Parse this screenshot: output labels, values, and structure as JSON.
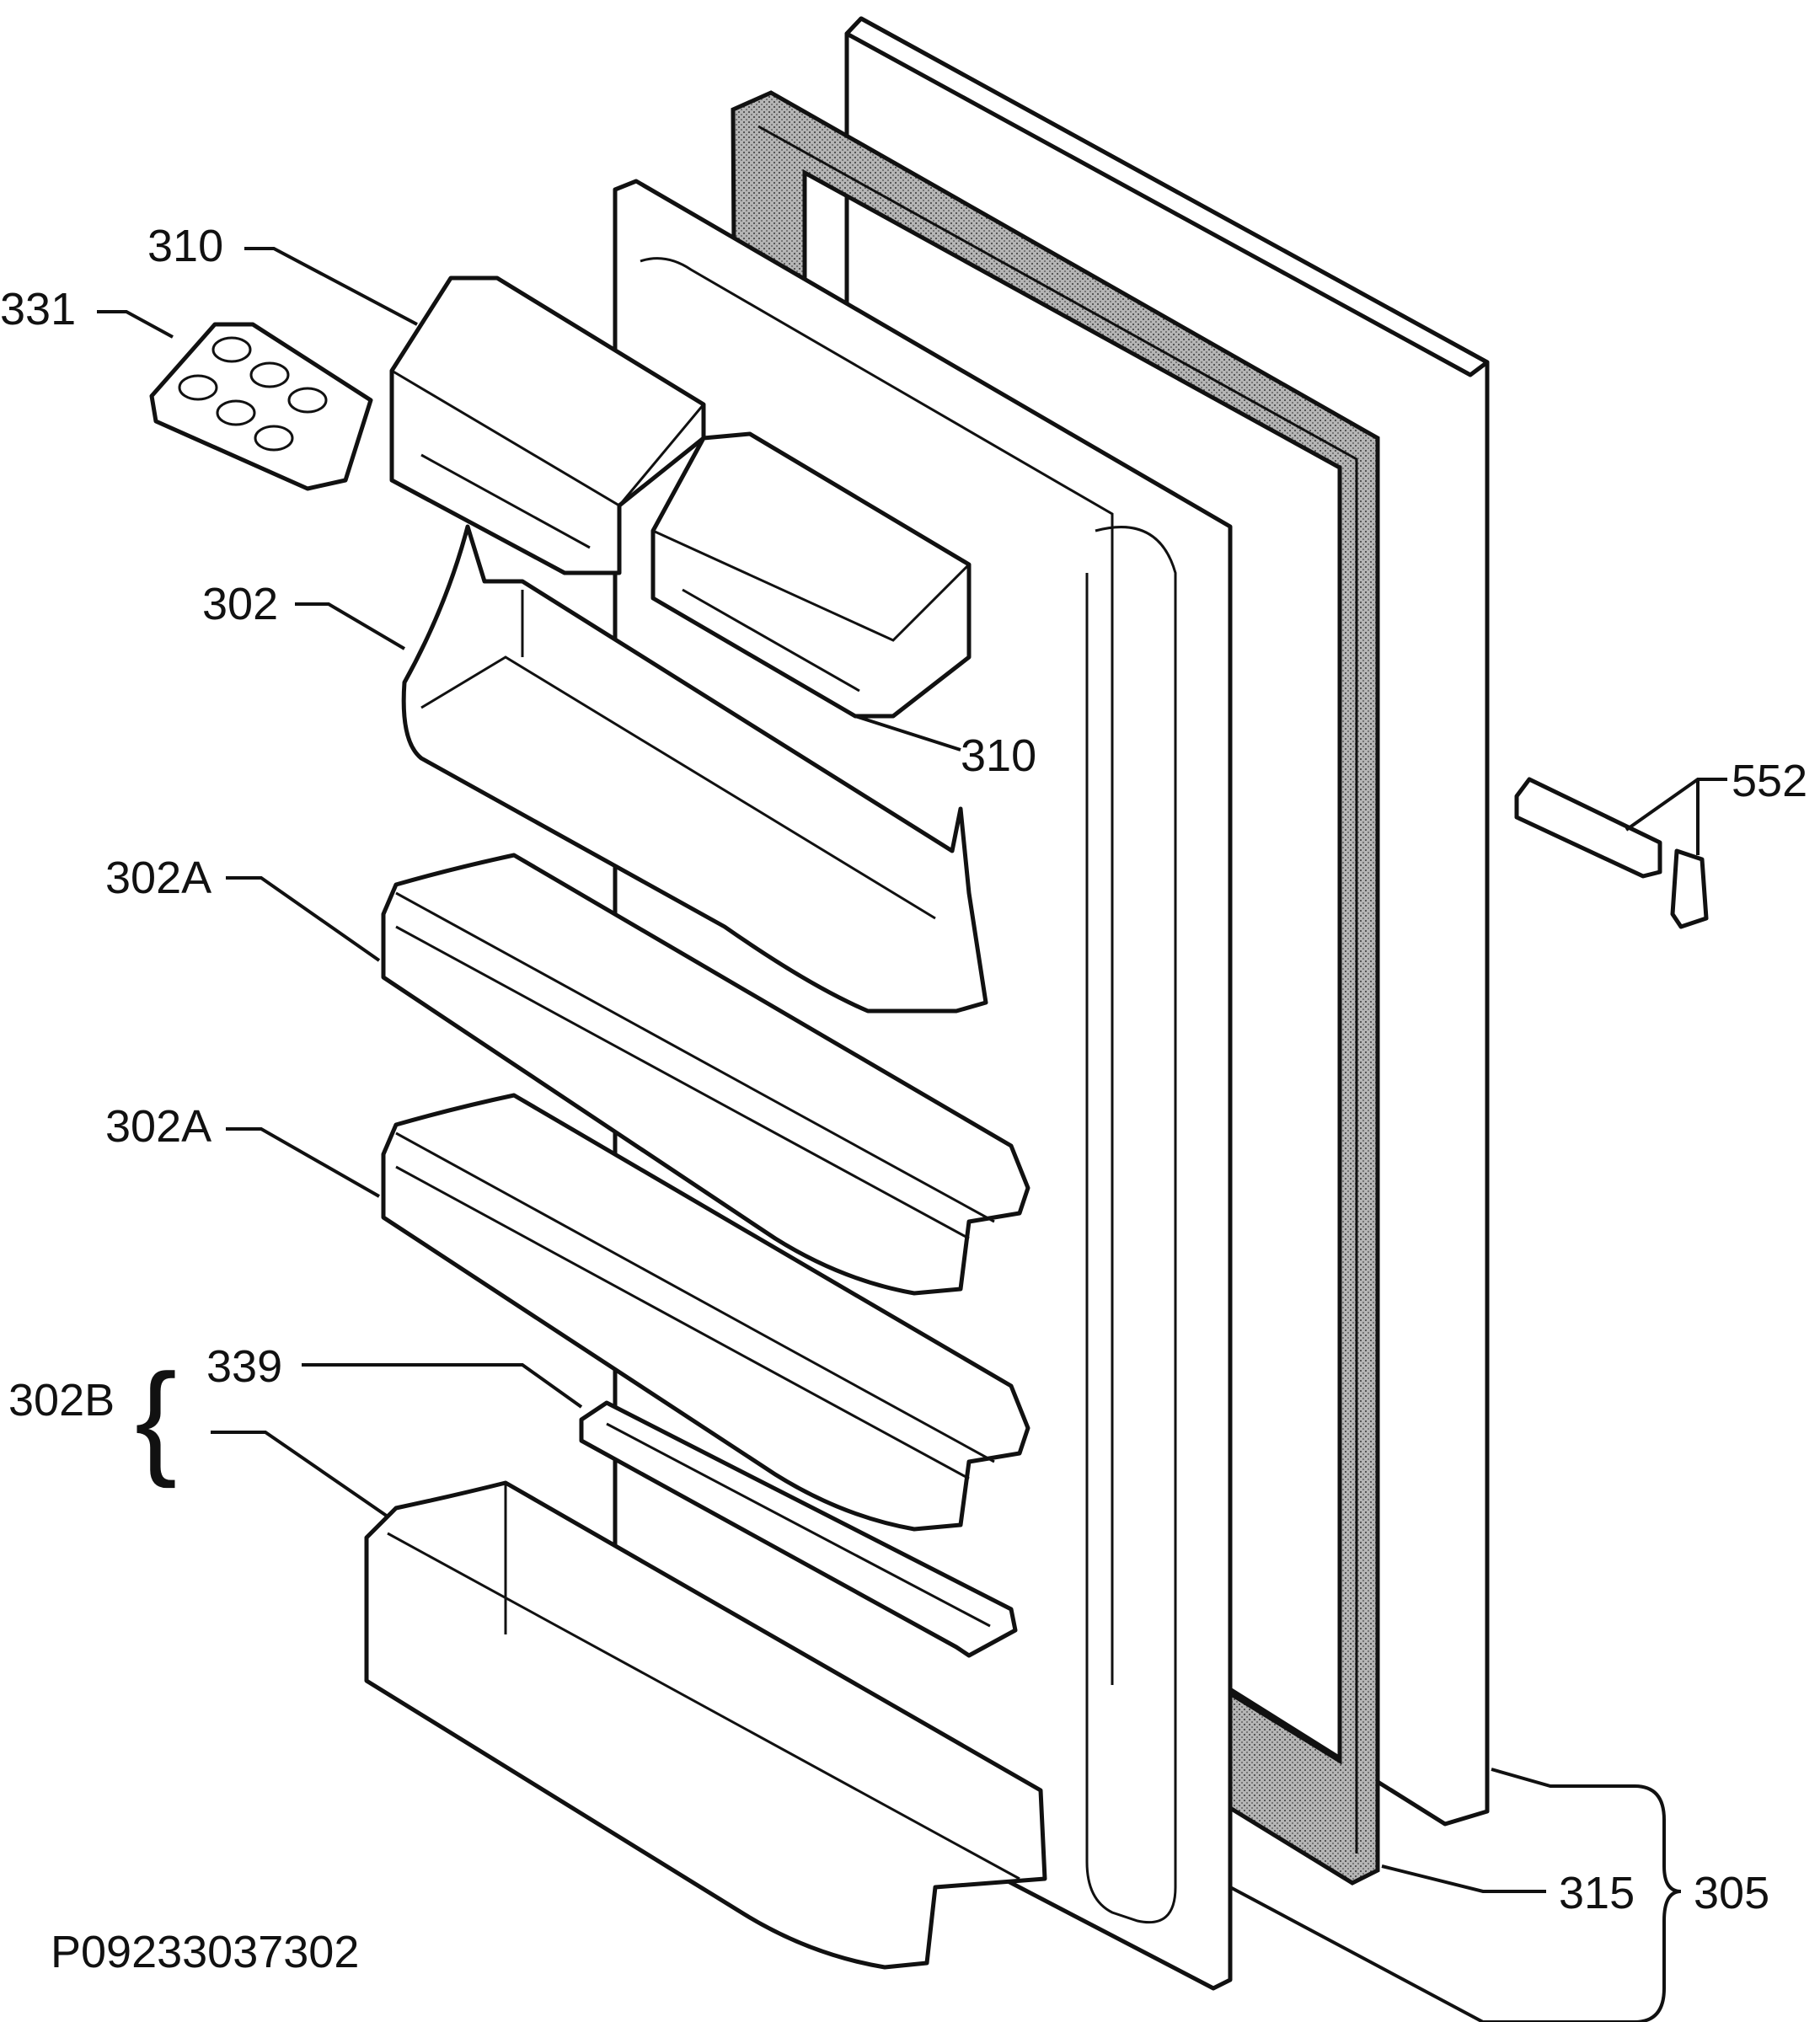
{
  "labels": {
    "egg_tray": "331",
    "dairy_lid_top": "310",
    "dairy_lid_bottom": "310",
    "bottle_shelf": "302",
    "door_shelf_1": "302A",
    "door_shelf_2": "302A",
    "shelf_set": "302B",
    "bottle_retainer": "339",
    "hinge": "552",
    "gasket": "315",
    "door_assembly": "305"
  },
  "drawing_code": "P09233037302",
  "colors": {
    "line": "#111111",
    "background": "#ffffff",
    "gasket_fill": "#9a9a9a"
  }
}
